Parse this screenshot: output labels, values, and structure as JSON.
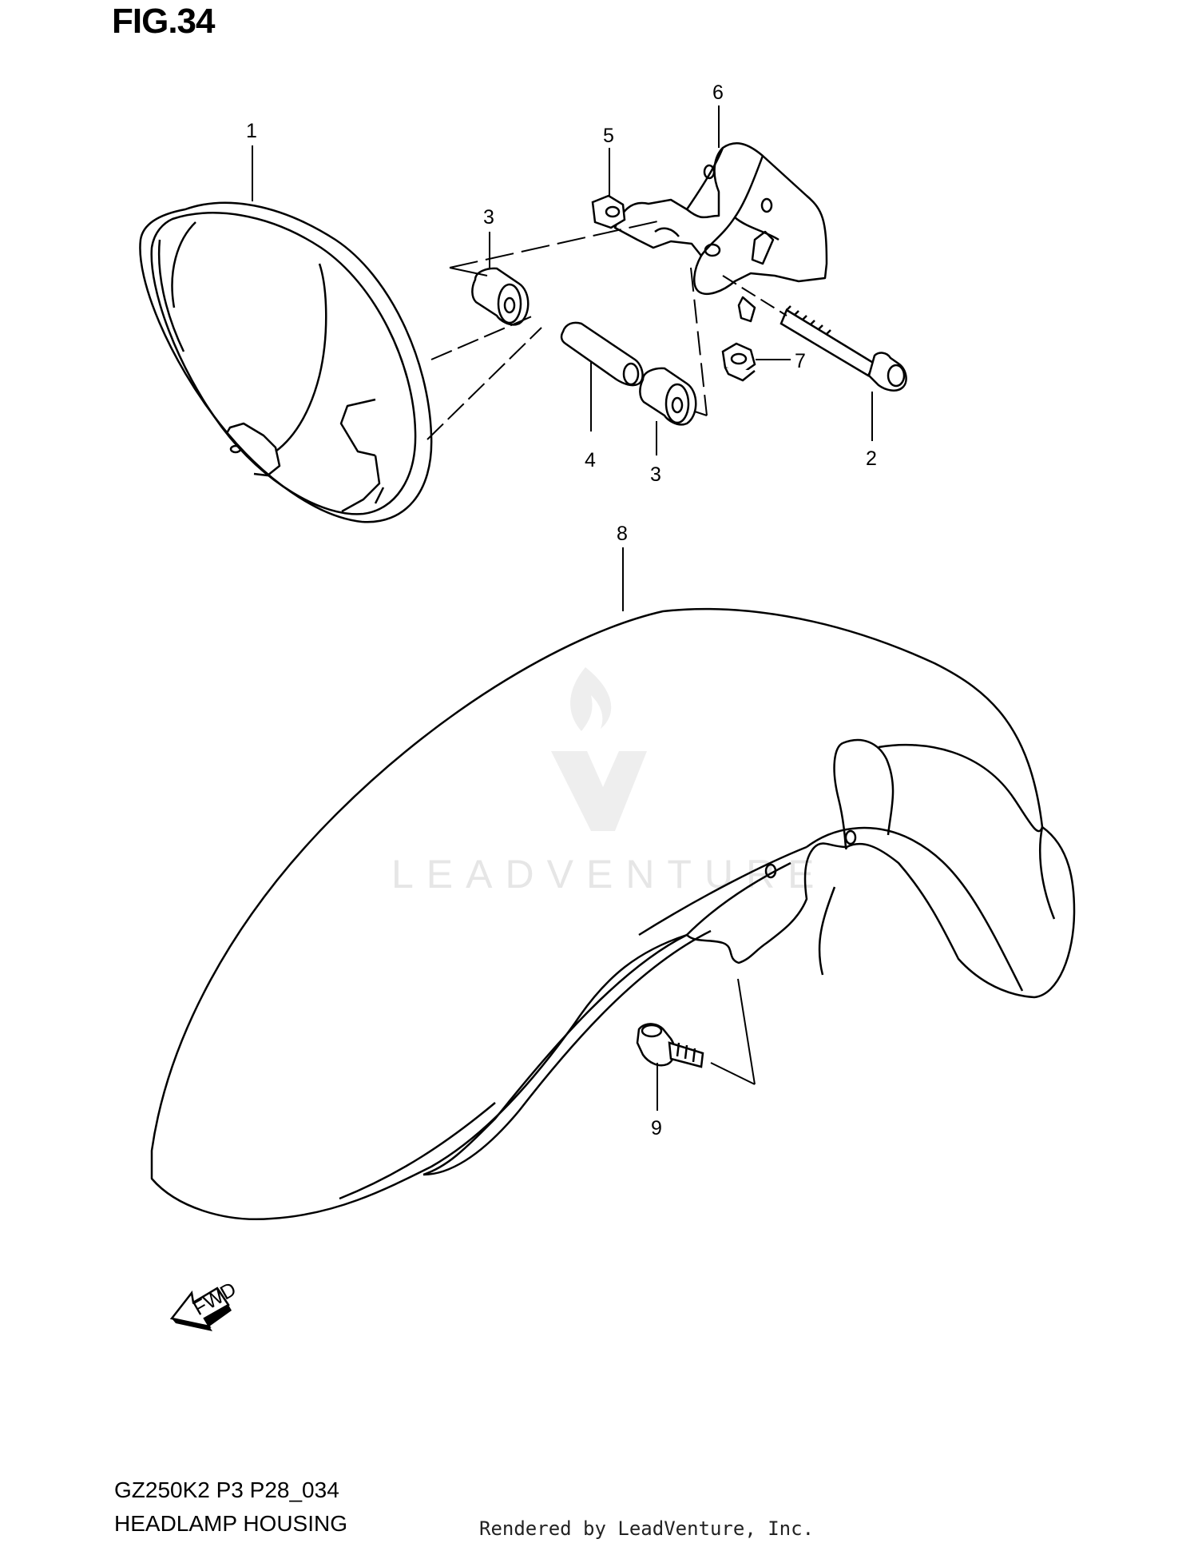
{
  "figure_title": "FIG.34",
  "model_code": "GZ250K2 P3 P28_034",
  "section_name": "HEADLAMP HOUSING",
  "credit": "Rendered by LeadVenture, Inc.",
  "watermark": "LEADVENTURE",
  "fwd_label": "FWD",
  "callouts": [
    "1",
    "2",
    "3",
    "3",
    "4",
    "5",
    "6",
    "7",
    "8",
    "9"
  ]
}
